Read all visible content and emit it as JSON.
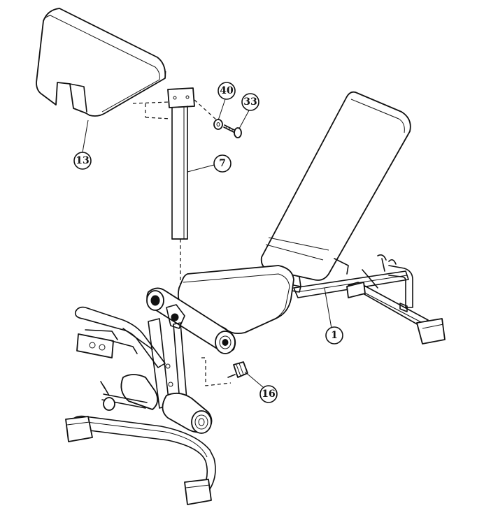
{
  "callouts": [
    {
      "id": "part-13",
      "label": "13"
    },
    {
      "id": "part-7",
      "label": "7"
    },
    {
      "id": "part-40",
      "label": "40"
    },
    {
      "id": "part-33",
      "label": "33"
    },
    {
      "id": "part-1",
      "label": "1"
    },
    {
      "id": "part-16",
      "label": "16"
    }
  ]
}
